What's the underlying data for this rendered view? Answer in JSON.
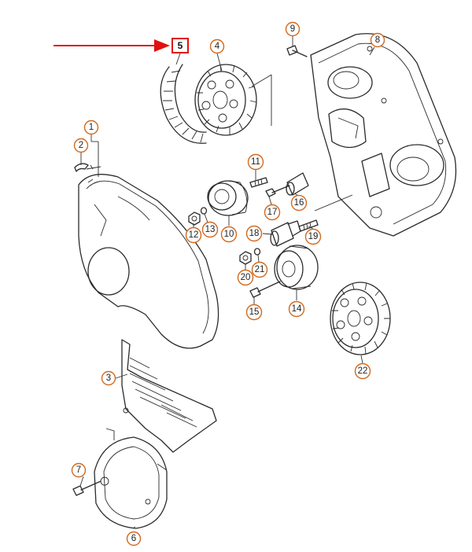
{
  "highlight": {
    "part": "5",
    "color": "#e01010"
  },
  "callout_color": "#d2691e",
  "parts": [
    {
      "id": "p1",
      "label": "1"
    },
    {
      "id": "p2",
      "label": "2"
    },
    {
      "id": "p3",
      "label": "3"
    },
    {
      "id": "p4",
      "label": "4"
    },
    {
      "id": "p5",
      "label": "5"
    },
    {
      "id": "p6",
      "label": "6"
    },
    {
      "id": "p7",
      "label": "7"
    },
    {
      "id": "p8",
      "label": "8"
    },
    {
      "id": "p9",
      "label": "9"
    },
    {
      "id": "p10",
      "label": "10"
    },
    {
      "id": "p11",
      "label": "11"
    },
    {
      "id": "p12",
      "label": "12"
    },
    {
      "id": "p13",
      "label": "13"
    },
    {
      "id": "p14",
      "label": "14"
    },
    {
      "id": "p15",
      "label": "15"
    },
    {
      "id": "p16",
      "label": "16"
    },
    {
      "id": "p17",
      "label": "17"
    },
    {
      "id": "p18",
      "label": "18"
    },
    {
      "id": "p19",
      "label": "19"
    },
    {
      "id": "p20",
      "label": "20"
    },
    {
      "id": "p21",
      "label": "21"
    },
    {
      "id": "p22",
      "label": "22"
    }
  ]
}
